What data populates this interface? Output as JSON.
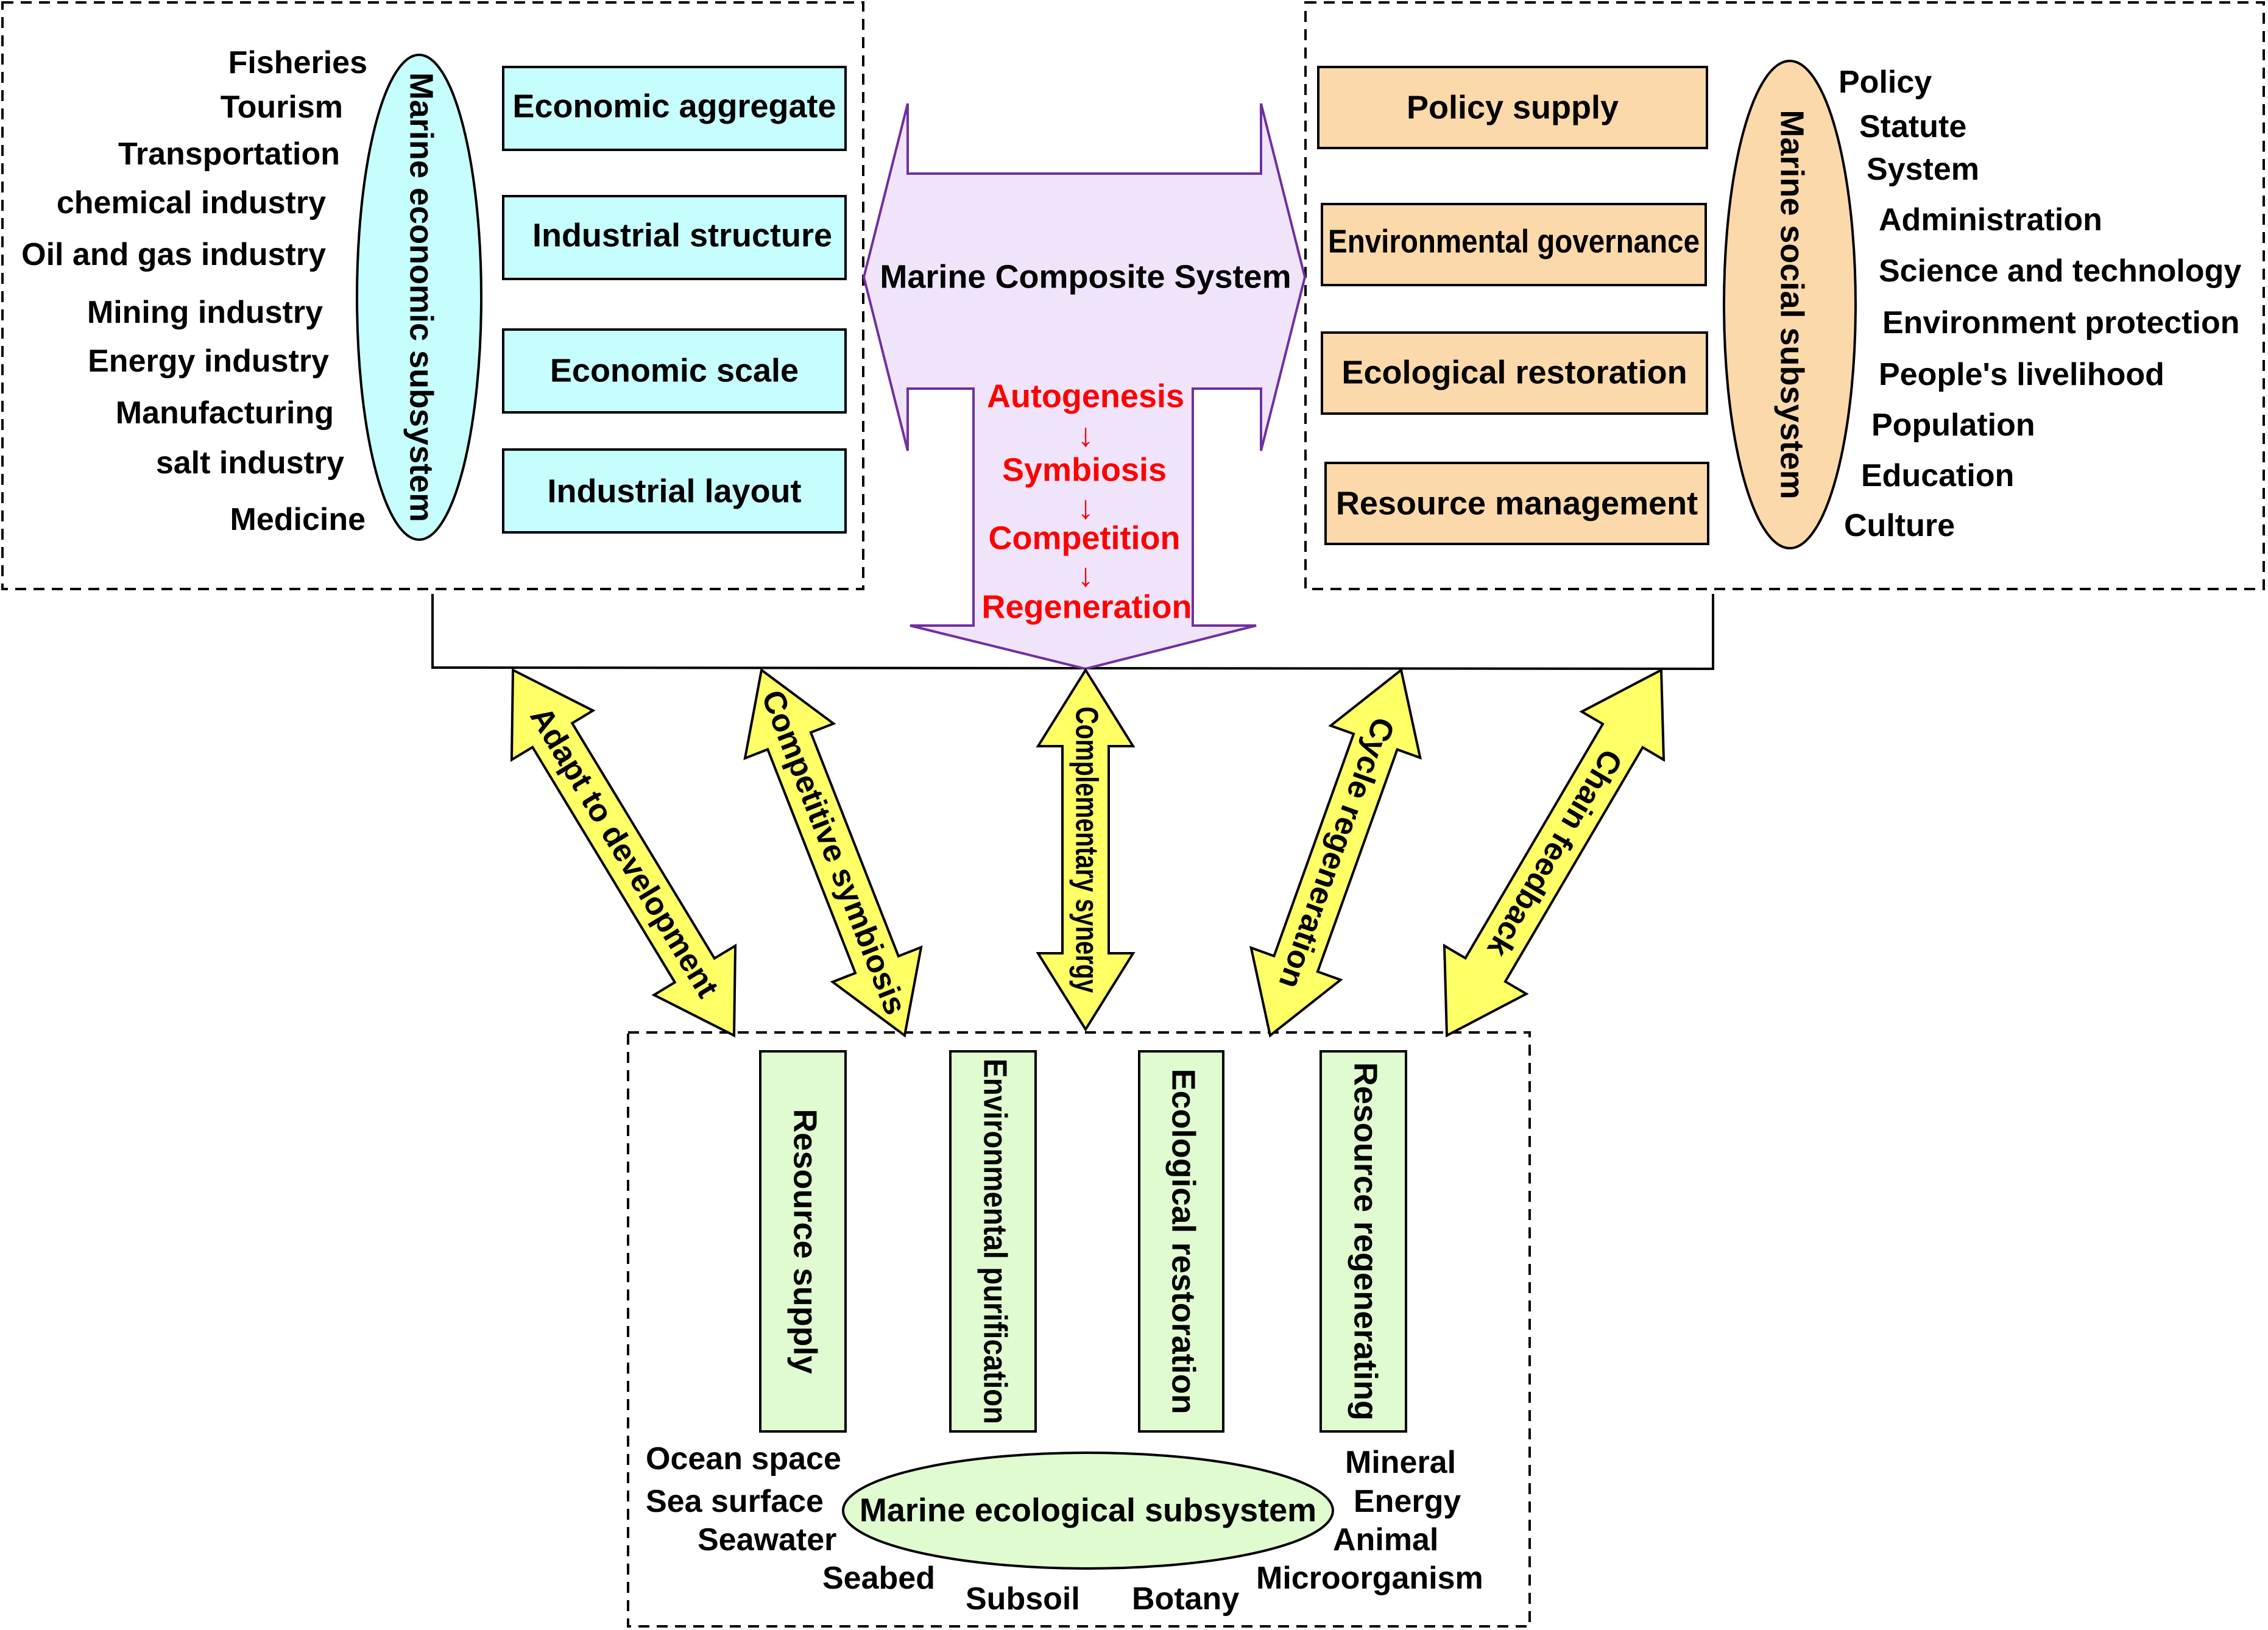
{
  "colors": {
    "cyan": "#c6fdfd",
    "orange": "#fcd9aa",
    "green": "#e0fbd0",
    "purple": "#f0e4fb",
    "purple_stroke": "#7030a0",
    "yellow": "#ffff66",
    "red_text": "#ff0000"
  },
  "economic": {
    "title": "Marine economic subsystem",
    "items": [
      "Fisheries",
      "Tourism",
      "Transportation",
      "chemical industry",
      "Oil and gas industry",
      "Mining industry",
      "Energy industry",
      "Manufacturing",
      "salt industry",
      "Medicine"
    ],
    "boxes": [
      "Economic aggregate",
      "Industrial structure",
      "Economic scale",
      "Industrial layout"
    ]
  },
  "social": {
    "title": "Marine social subsystem",
    "items": [
      "Policy",
      "Statute",
      "System",
      "Administration",
      "Science and technology",
      "Environment protection",
      "People's livelihood",
      "Population",
      "Education",
      "Culture"
    ],
    "boxes": [
      "Policy supply",
      "Environmental governance",
      "Ecological restoration",
      "Resource management"
    ]
  },
  "composite": {
    "title": "Marine Composite System",
    "stages": [
      "Autogenesis",
      "Symbiosis",
      "Competition",
      "Regeneration"
    ],
    "arrow_glyph": "↓"
  },
  "links": [
    "Adapt to development",
    "Competitive symbiosis",
    "Complementary synergy",
    "Cycle regeneration",
    "Chain feedback"
  ],
  "ecological": {
    "title": "Marine ecological subsystem",
    "boxes": [
      "Resource supply",
      "Environmental purification",
      "Ecological restoration",
      "Resource regenerating"
    ],
    "items_left": [
      "Ocean space",
      "Sea surface",
      "Seawater",
      "Seabed",
      "Subsoil"
    ],
    "items_right": [
      "Botany",
      "Mineral",
      "Energy",
      "Animal",
      "Microorganism"
    ]
  }
}
